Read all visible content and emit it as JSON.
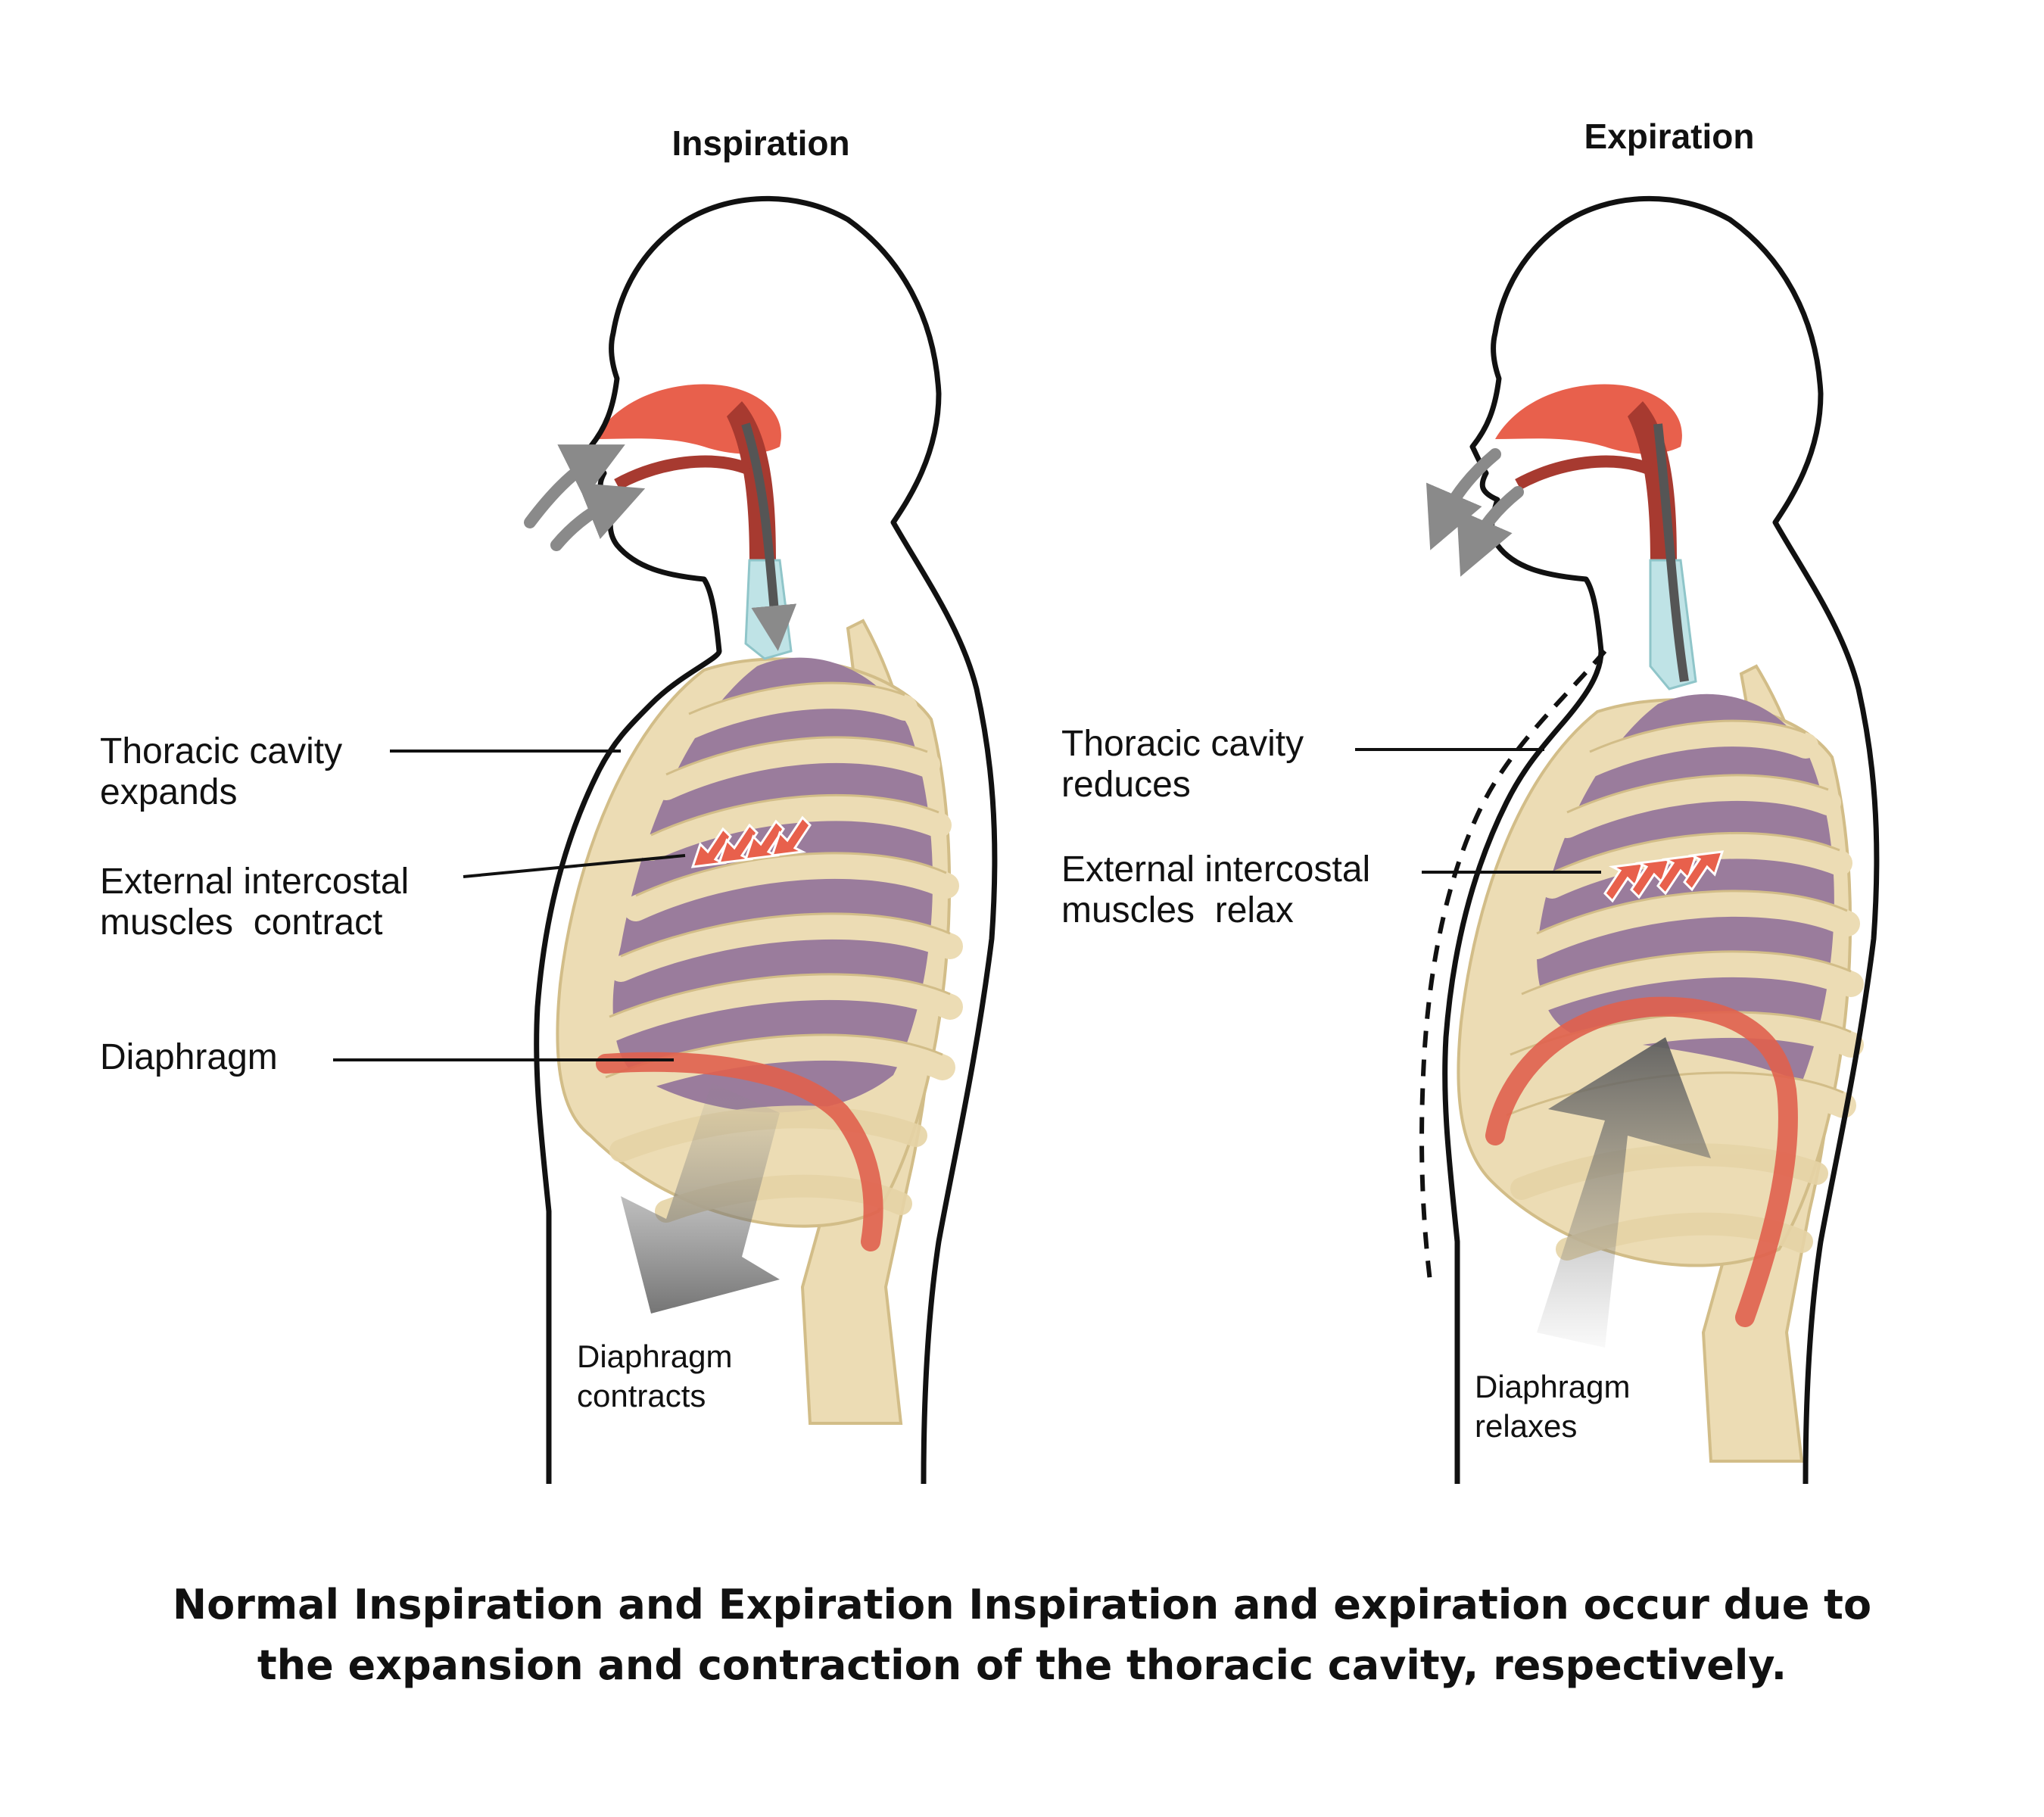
{
  "panels": {
    "inspiration": {
      "title": "Inspiration",
      "thoracic_cavity": [
        "Thoracic cavity",
        "expands"
      ],
      "intercostal": [
        "External intercostal",
        "muscles  contract"
      ],
      "diaphragm": "Diaphragm",
      "diaphragm_action": [
        "Diaphragm",
        "contracts"
      ]
    },
    "expiration": {
      "title": "Expiration",
      "thoracic_cavity": [
        "Thoracic cavity",
        "reduces"
      ],
      "intercostal": [
        "External intercostal",
        "muscles  relax"
      ],
      "diaphragm_action": [
        "Diaphragm",
        "relaxes"
      ]
    }
  },
  "caption": {
    "line1": "Normal Inspiration and Expiration Inspiration and expiration occur due to",
    "line2": "the expansion and contraction of the thoracic cavity, respectively."
  },
  "colors": {
    "outline": "#111111",
    "airway": "#e8604c",
    "airway_dark": "#a73a30",
    "trachea": "#bfe3e6",
    "lung": "#9a7c9c",
    "rib": "#ecdcb4",
    "rib_edge": "#d2bd88",
    "diaphragm": "#e0604e",
    "arrow": "#8a8a8a"
  }
}
